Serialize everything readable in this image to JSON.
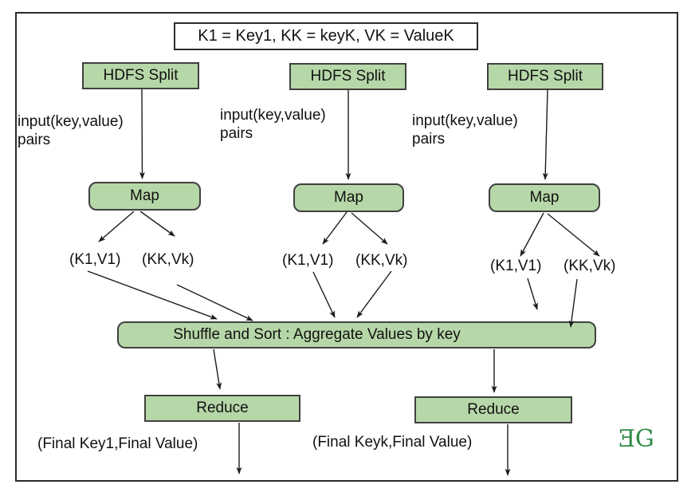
{
  "legend": {
    "text": "K1 = Key1, KK = keyK, VK = ValueK"
  },
  "columns": [
    {
      "split": "HDFS Split",
      "input_line1": "input(key,value)",
      "input_line2": "pairs",
      "map": "Map",
      "pair_a": "(K1,V1)",
      "pair_b": "(KK,Vk)"
    },
    {
      "split": "HDFS Split",
      "input_line1": "input(key,value)",
      "input_line2": "pairs",
      "map": "Map",
      "pair_a": "(K1,V1)",
      "pair_b": "(KK,Vk)"
    },
    {
      "split": "HDFS Split",
      "input_line1": "input(key,value)",
      "input_line2": "pairs",
      "map": "Map",
      "pair_a": "(K1,V1)",
      "pair_b": "(KK,Vk)"
    }
  ],
  "shuffle": {
    "label": "Shuffle and Sort : Aggregate Values by key"
  },
  "reduce": [
    {
      "label": "Reduce",
      "output": "(Final Key1,Final Value)"
    },
    {
      "label": "Reduce",
      "output": "(Final Keyk,Final Value)"
    }
  ],
  "logo": {
    "text": "ƎG"
  },
  "colors": {
    "node_fill": "#b6d7a8",
    "node_border": "#404040",
    "arrow": "#1c1c1c",
    "logo_green": "#2f8d46",
    "background": "#ffffff"
  }
}
